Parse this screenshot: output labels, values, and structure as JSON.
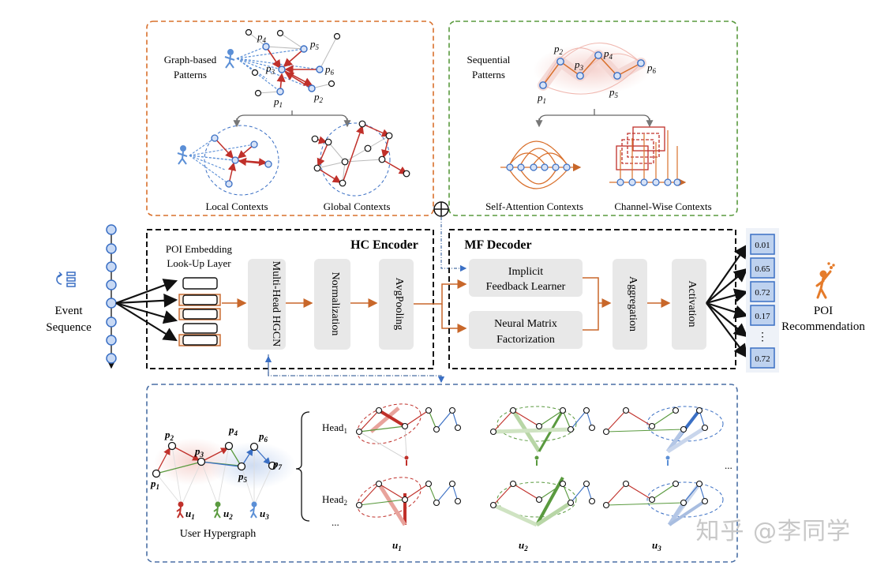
{
  "top_left_panel": {
    "graph_patterns_label_line1": "Graph-based",
    "graph_patterns_label_line2": "Patterns",
    "local_contexts": "Local Contexts",
    "global_contexts": "Global Contexts",
    "poi_labels": [
      "p",
      "p",
      "p",
      "p",
      "p",
      "p"
    ],
    "poi_subscripts": [
      "4",
      "5",
      "3",
      "6",
      "2",
      "1"
    ]
  },
  "top_right_panel": {
    "sequential_label_line1": "Sequential",
    "sequential_label_line2": "Patterns",
    "self_attention": "Self-Attention Contexts",
    "channel_wise": "Channel-Wise Contexts",
    "seq_poi_subscripts": [
      "1",
      "2",
      "3",
      "4",
      "5",
      "6"
    ]
  },
  "encoder": {
    "title": "HC Encoder",
    "embedding_line1": "POI Embedding",
    "embedding_line2": "Look-Up Layer",
    "blocks": [
      "Multi-Head HGCN",
      "Normalization",
      "AvgPooling"
    ]
  },
  "decoder": {
    "title": "MF Decoder",
    "implicit_line1": "Implicit",
    "implicit_line2": "Feedback Learner",
    "nmf_line1": "Neural Matrix",
    "nmf_line2": "Factorization",
    "aggregation": "Aggregation",
    "activation": "Activation"
  },
  "event_sequence": {
    "line1": "Event",
    "line2": "Sequence"
  },
  "scores": [
    "0.01",
    "0.65",
    "0.72",
    "0.17",
    "⋮",
    "0.72"
  ],
  "poi_recommendation": {
    "line1": "POI",
    "line2": "Recommendation"
  },
  "hypergraph": {
    "title": "User Hypergraph",
    "poi_subscripts": [
      "1",
      "2",
      "3",
      "4",
      "5",
      "6",
      "7"
    ],
    "user_subscripts": [
      "1",
      "2",
      "3"
    ],
    "head_labels": [
      "Head",
      "Head"
    ],
    "head_subscripts": [
      "1",
      "2"
    ],
    "ellipsis": "...",
    "ellipsis_right": "..."
  },
  "combine_symbol": "⊕",
  "watermark": "知乎 @李同学",
  "colors": {
    "orange": "#d9702c",
    "green": "#5a9a3f",
    "blue_dash": "#4a6fa5",
    "red": "#c0302a",
    "poi_blue": "#3a6fc4"
  }
}
